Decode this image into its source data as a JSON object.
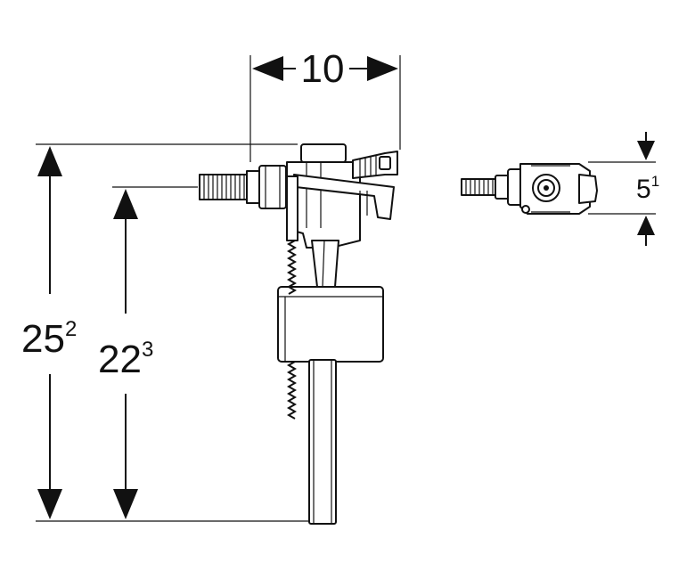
{
  "dimensions": {
    "width": {
      "value": "10"
    },
    "overall": {
      "value": "25",
      "sup": "2"
    },
    "inlet": {
      "value": "22",
      "sup": "3"
    },
    "depth": {
      "value": "5",
      "sup": "1"
    }
  },
  "colors": {
    "line": "#111111",
    "background": "#ffffff"
  }
}
